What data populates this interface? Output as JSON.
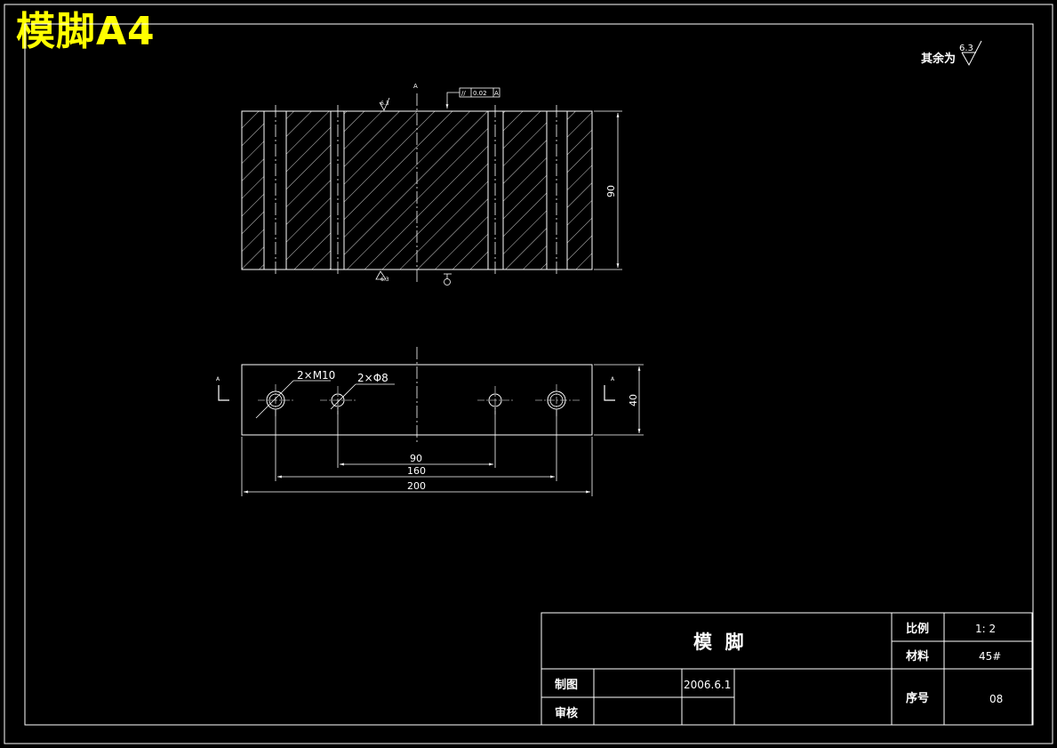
{
  "stamp": "模脚A4",
  "surface_note": {
    "prefix": "其余为",
    "roughness": "6.3"
  },
  "top_view": {
    "datum_label": "A",
    "tolerance_symbol": "//",
    "tolerance_value": "0.02",
    "tolerance_datum": "A",
    "surface_mark_top": "6.3",
    "surface_mark_bottom": "6.3",
    "dim_height": "90"
  },
  "front_view": {
    "hole_label_1": "2×M10",
    "hole_label_2": "2×Φ8",
    "section_arrow_left": "A",
    "section_arrow_right": "A",
    "dim_height": "40",
    "dim_90": "90",
    "dim_160": "160",
    "dim_200": "200"
  },
  "title_block": {
    "part_name": "模  脚",
    "scale_label": "比例",
    "scale_value": "1: 2",
    "material_label": "材料",
    "material_value": "45#",
    "drawn_label": "制图",
    "drawn_date": "2006.6.1",
    "checked_label": "审核",
    "number_label": "序号",
    "number_value": "08"
  },
  "colors": {
    "line": "#ffffff",
    "stamp": "#ffff00",
    "background": "#000000"
  }
}
